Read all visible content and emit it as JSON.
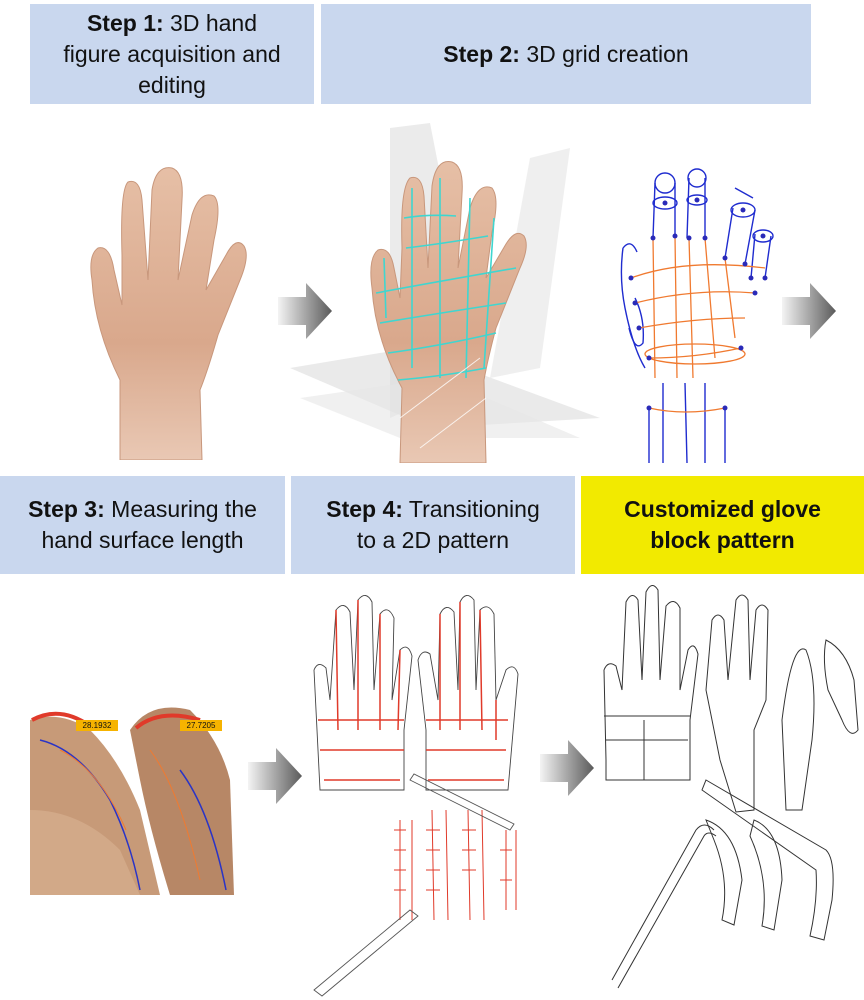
{
  "steps": [
    {
      "label": "Step 1:",
      "text_lines": [
        "3D hand",
        "figure acquisition and",
        "editing"
      ]
    },
    {
      "label": "Step 2:",
      "text": "3D grid creation"
    },
    {
      "label": "Step 3:",
      "text_lines": [
        "Measuring the",
        "hand surface length"
      ]
    },
    {
      "label": "Step 4:",
      "text_lines": [
        "Transitioning",
        "to a 2D pattern"
      ]
    }
  ],
  "result": {
    "lines": [
      "Customized glove",
      "block pattern"
    ]
  },
  "measurements": [
    "28.1932",
    "27.7205"
  ],
  "colors": {
    "header_bg": "#c9d7ee",
    "result_bg": "#f2ea00",
    "pattern_red": "#e03a2a",
    "grid_orange": "#f07a30",
    "grid_blue": "#1f2ccf",
    "mesh_cyan": "#3fd6d0",
    "skin": "#d9a98e"
  },
  "icons": [
    "arrow-right-icon"
  ]
}
